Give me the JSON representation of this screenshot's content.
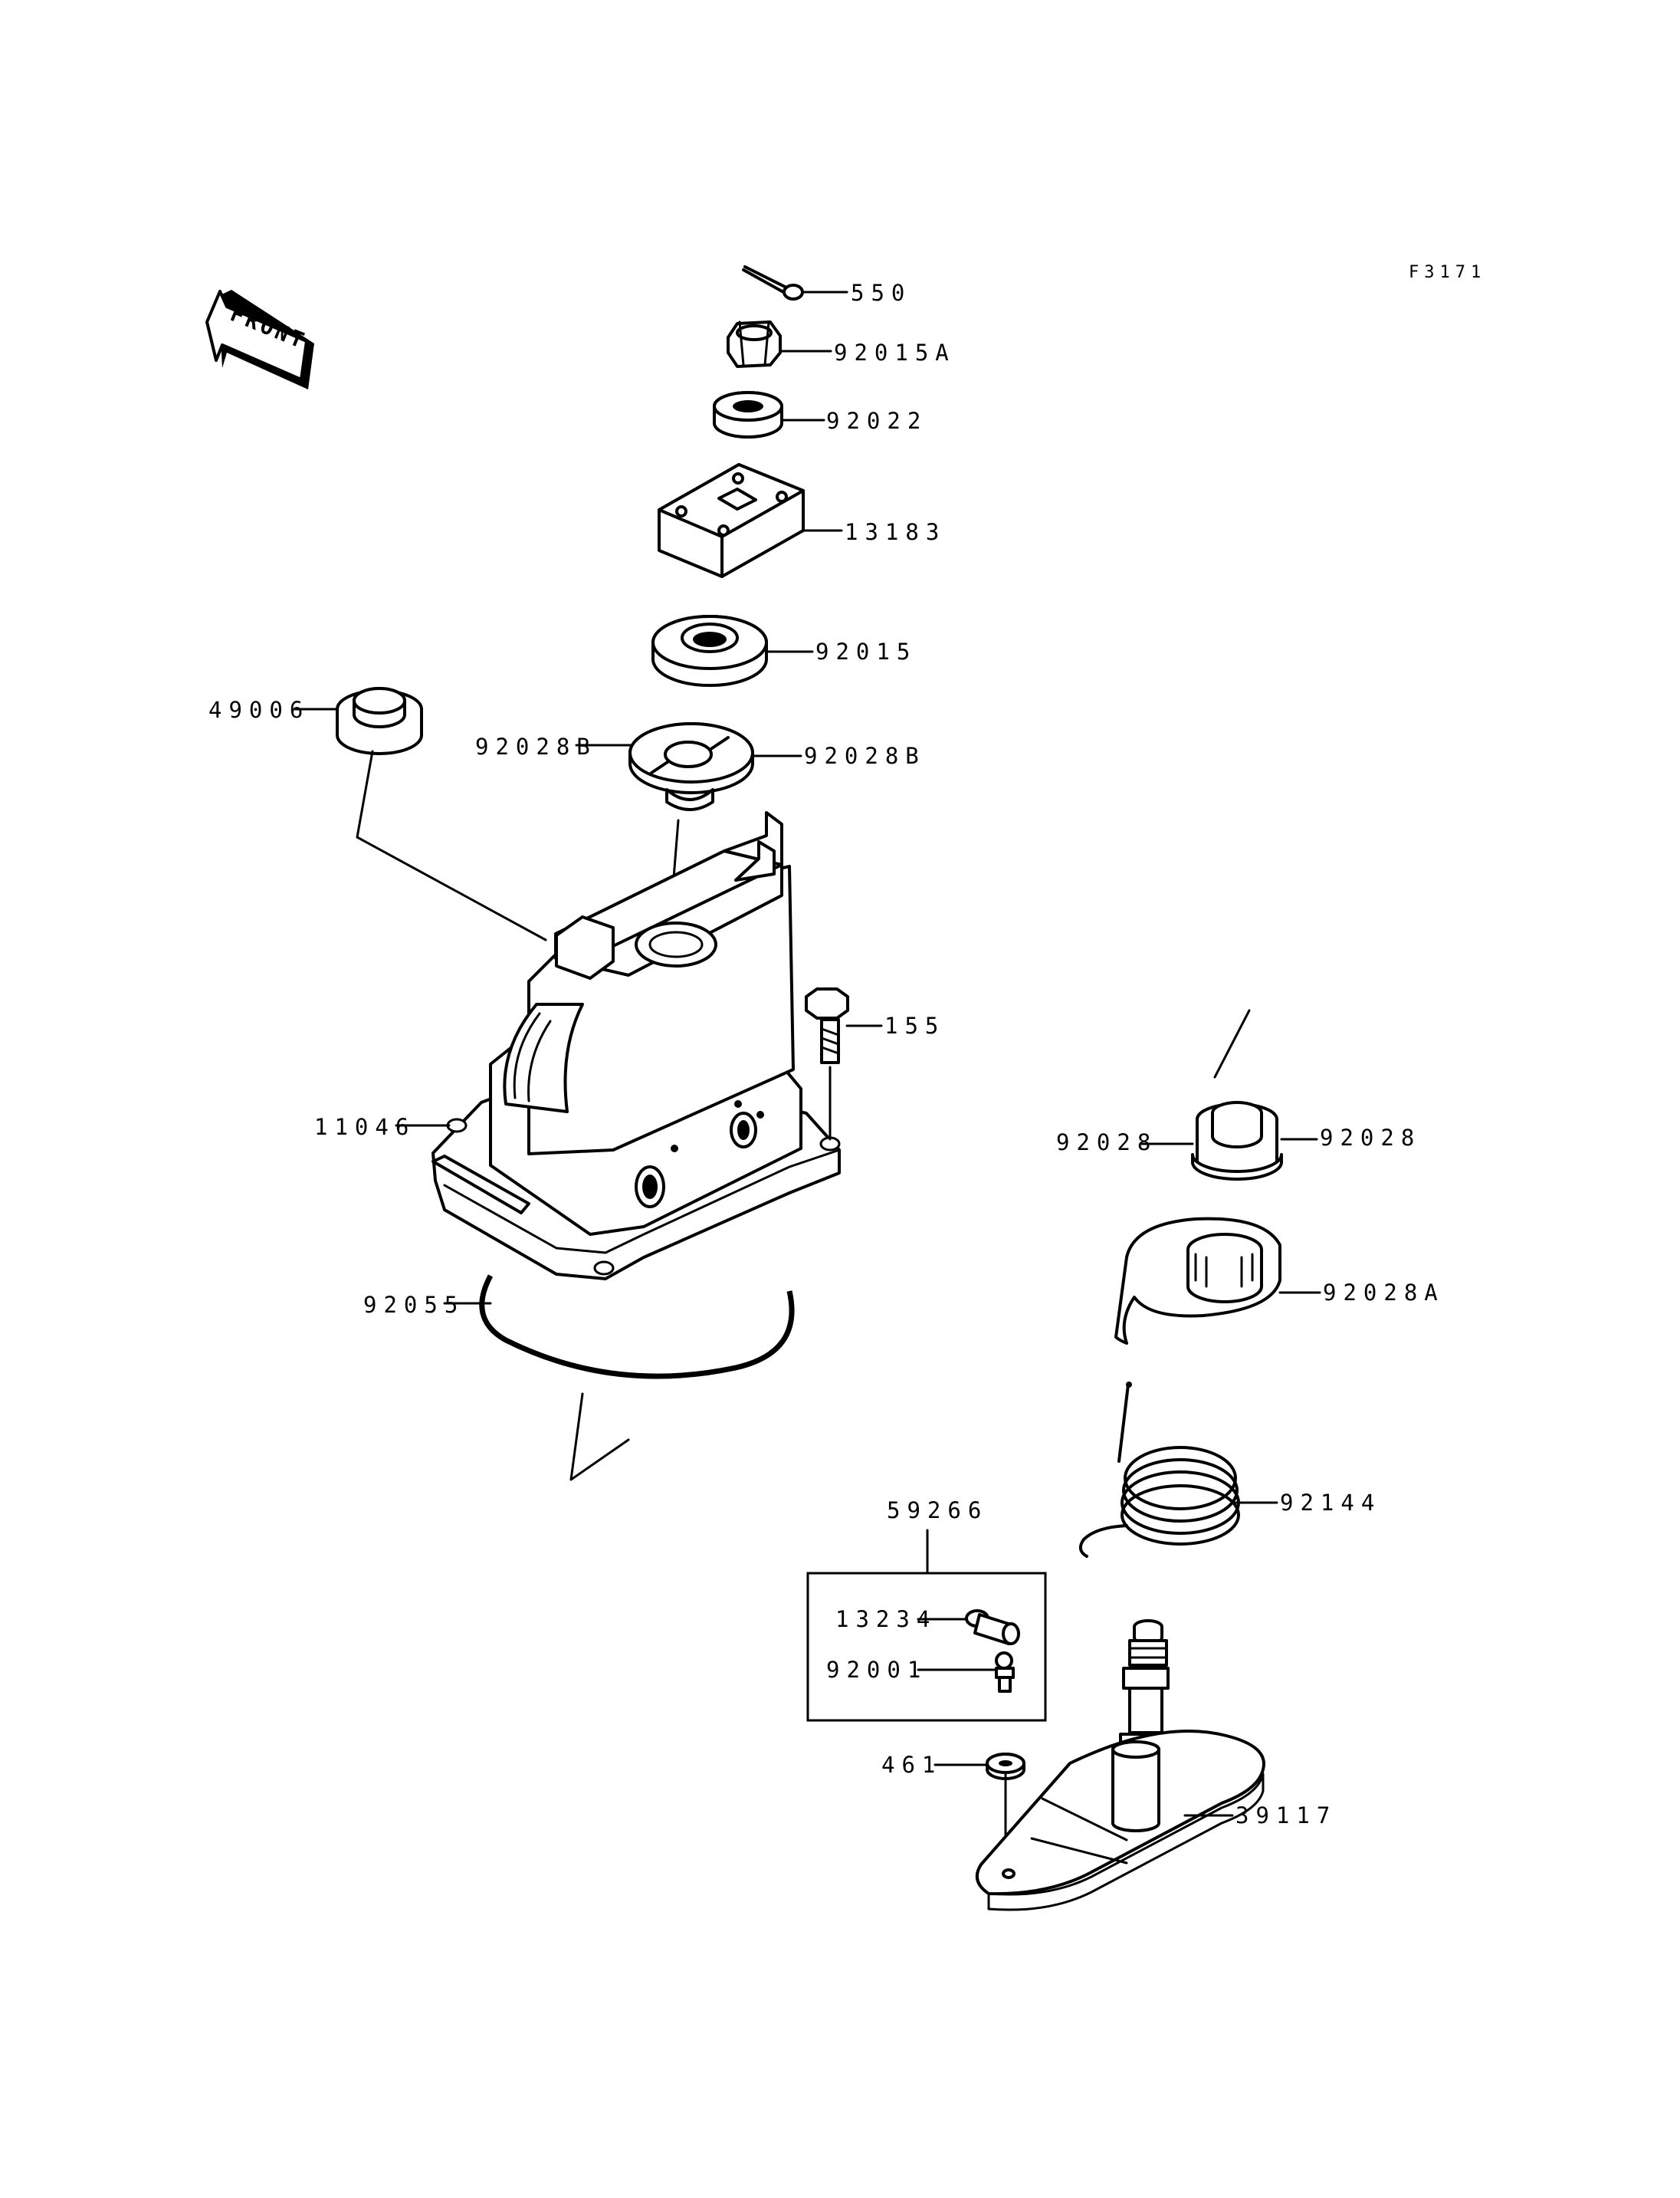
{
  "figure_id": "F3171",
  "front_arrow": {
    "label": "FRONT"
  },
  "callouts": [
    {
      "id": "c550",
      "label": "550"
    },
    {
      "id": "c92015A",
      "label": "92015A"
    },
    {
      "id": "c92022",
      "label": "92022"
    },
    {
      "id": "c13183",
      "label": "13183"
    },
    {
      "id": "c92015",
      "label": "92015"
    },
    {
      "id": "c49006",
      "label": "49006"
    },
    {
      "id": "c92028B_left",
      "label": "92028B"
    },
    {
      "id": "c92028B_right",
      "label": "92028B"
    },
    {
      "id": "c155",
      "label": "155"
    },
    {
      "id": "c11046",
      "label": "11046"
    },
    {
      "id": "c92028_left",
      "label": "92028"
    },
    {
      "id": "c92028_right",
      "label": "92028"
    },
    {
      "id": "c92055",
      "label": "92055"
    },
    {
      "id": "c92028A",
      "label": "92028A"
    },
    {
      "id": "c92144",
      "label": "92144"
    },
    {
      "id": "c59266",
      "label": "59266"
    },
    {
      "id": "c13234",
      "label": "13234"
    },
    {
      "id": "c92001",
      "label": "92001"
    },
    {
      "id": "c461",
      "label": "461"
    },
    {
      "id": "c39117",
      "label": "39117"
    }
  ]
}
